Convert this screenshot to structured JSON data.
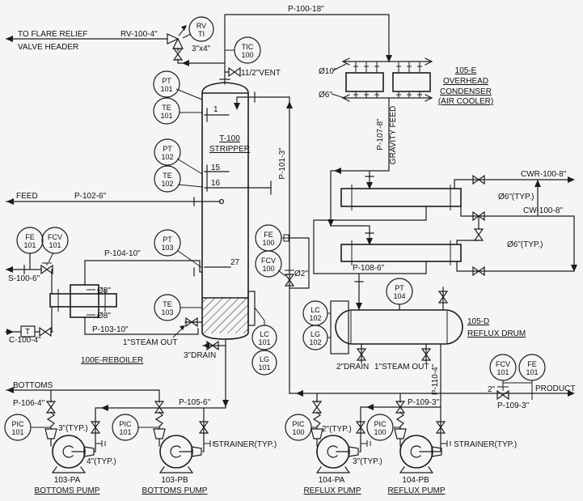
{
  "title": "Stripper column P&ID",
  "colors": {
    "ink": "#1c1c1c",
    "background": "#f5f5f3"
  },
  "labels": {
    "flare1": "TO FLARE RELIEF",
    "flare2": "VALVE HEADER",
    "rv_line": "RV-100-4\"",
    "rv_size": "3\"x4\"",
    "p100": "P-100-18\"",
    "vent": "11/2\"VENT",
    "dia10": "Ø10\"",
    "dia6": "Ø6\"",
    "cond1": "105-E",
    "cond2": "OVERHEAD",
    "cond3": "CONDENSER",
    "cond4": "(AIR COOLER)",
    "p107": "P-107-8\"",
    "gravity": "GRAVITY FEED",
    "p101": "P-101-3\"",
    "t100": "T-100",
    "stripper": "STRIPPER",
    "tray1": "1",
    "tray15": "15",
    "tray16": "16",
    "tray27": "27",
    "feed": "FEED",
    "p102": "P-102-6\"",
    "cwr": "CWR-100-8\"",
    "dia6typ1": "Ø6\"(TYP.)",
    "cw": "CW-100-8\"",
    "dia6typ2": "Ø6\"(TYP.)",
    "p108": "P-108-6\"",
    "s100": "S-100-6\"",
    "p104": "P-104-10\"",
    "dia8a": "Ø8\"",
    "dia8b": "Ø8\"",
    "p103": "P-103-10\"",
    "c100": "C-100-4\"",
    "tbox": "T",
    "reboiler": "100E-REBOILER",
    "steamout1": "1\"STEAM OUT",
    "drain3": "3\"DRAIN",
    "dia2": "Ø2\"",
    "drum1": "105-D",
    "drum2": "REFLUX DRUM",
    "drain2": "2\"DRAIN",
    "steamout2": "1\"STEAM OUT",
    "p110": "P-110-4\"",
    "size2": "2\"",
    "product": "PRODUCT",
    "p109a": "P-109-3\"",
    "p109b": "P-109-3\"",
    "p105": "P-105-6\"",
    "bottoms": "BOTTOMS",
    "p106": "P-106-4\"",
    "typ3a": "3\"(TYP.)",
    "typ4": "4\"(TYP.)",
    "typ2": "2\"(TYP.)",
    "typ3b": "3\"(TYP.)",
    "strainer1": "STRAINER(TYP.)",
    "strainer2": "STRAINER(TYP.)"
  },
  "instruments": [
    {
      "tag": "RV",
      "num": "TI"
    },
    {
      "tag": "TIC",
      "num": "100"
    },
    {
      "tag": "PT",
      "num": "101"
    },
    {
      "tag": "TE",
      "num": "101"
    },
    {
      "tag": "PT",
      "num": "102"
    },
    {
      "tag": "TE",
      "num": "102"
    },
    {
      "tag": "PT",
      "num": "103"
    },
    {
      "tag": "TE",
      "num": "103"
    },
    {
      "tag": "FE",
      "num": "101"
    },
    {
      "tag": "FCV",
      "num": "101"
    },
    {
      "tag": "FE",
      "num": "100"
    },
    {
      "tag": "FCV",
      "num": "100"
    },
    {
      "tag": "LC",
      "num": "101"
    },
    {
      "tag": "LG",
      "num": "101"
    },
    {
      "tag": "LC",
      "num": "102"
    },
    {
      "tag": "LG",
      "num": "102"
    },
    {
      "tag": "PT",
      "num": "104"
    },
    {
      "tag": "FCV",
      "num": "101"
    },
    {
      "tag": "FE",
      "num": "101"
    },
    {
      "tag": "PIC",
      "num": "101"
    },
    {
      "tag": "PIC",
      "num": "101"
    },
    {
      "tag": "PIC",
      "num": "100"
    },
    {
      "tag": "PIC",
      "num": "100"
    }
  ],
  "pumps": [
    {
      "id": "103-PA",
      "label": "BOTTOMS PUMP"
    },
    {
      "id": "103-PB",
      "label": "BOTTOMS PUMP"
    },
    {
      "id": "104-PA",
      "label": "REFLUX PUMP"
    },
    {
      "id": "104-PB",
      "label": "REFLUX PUMP"
    }
  ]
}
